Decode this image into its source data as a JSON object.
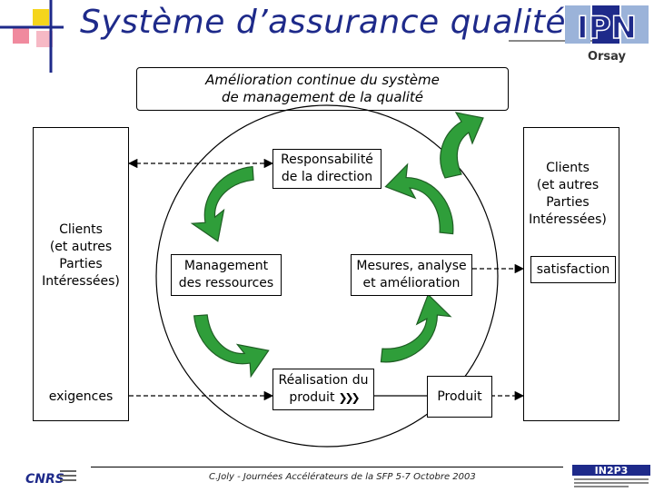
{
  "title": "Système d’assurance qualité",
  "logo_text": {
    "ipn": "IPN",
    "orsay": "Orsay",
    "in2p3": "IN2P3",
    "cnrs": "CNRS"
  },
  "boxes": {
    "amelioration": [
      "Amélioration continue du système",
      "de management de la qualité"
    ],
    "responsabilite": [
      "Responsabilité",
      "de la direction"
    ],
    "management": [
      "Management",
      "des ressources"
    ],
    "mesures": [
      "Mesures, analyse",
      "et amélioration"
    ],
    "realisation": [
      "Réalisation du",
      "produit"
    ],
    "produit": "Produit",
    "satisfaction": "satisfaction"
  },
  "left_column": {
    "clients": [
      "Clients",
      "(et autres",
      "Parties",
      "Intéressées)"
    ],
    "exigences": "exigences"
  },
  "right_column": {
    "clients": [
      "Clients",
      "(et autres",
      "Parties",
      "Intéressées)"
    ]
  },
  "footer": "C.Joly - Journées Accélérateurs de la SFP 5-7 Octobre 2003",
  "colors": {
    "title": "#1e2a8a",
    "arrow_green": "#2f9e3a",
    "arrow_dark": "#1f5e24",
    "accent_yellow": "#f5d51c",
    "accent_pink": "#f08a9e",
    "accent_blue": "#1e2a8a"
  }
}
